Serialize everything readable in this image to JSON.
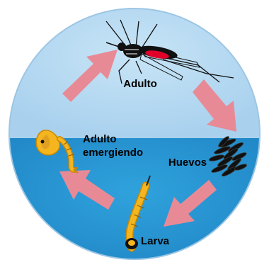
{
  "diagram": {
    "stages": {
      "adult": "Adulto",
      "eggs": "Huevos",
      "larva": "Larva",
      "emerging_line1": "Adulto",
      "emerging_line2": "emergiendo"
    },
    "colors": {
      "sky": "#b9daf0",
      "water": "#2a93d0",
      "arrow": "#e88a96",
      "label": "#000000",
      "larva_body": "#f4b51f",
      "mosquito_body": "#111111",
      "mosquito_blood": "#e0002a"
    },
    "icons": {
      "adult": "mosquito-icon",
      "eggs": "egg-cluster-icon",
      "larva": "larva-icon",
      "emerging": "pupa-icon"
    }
  }
}
